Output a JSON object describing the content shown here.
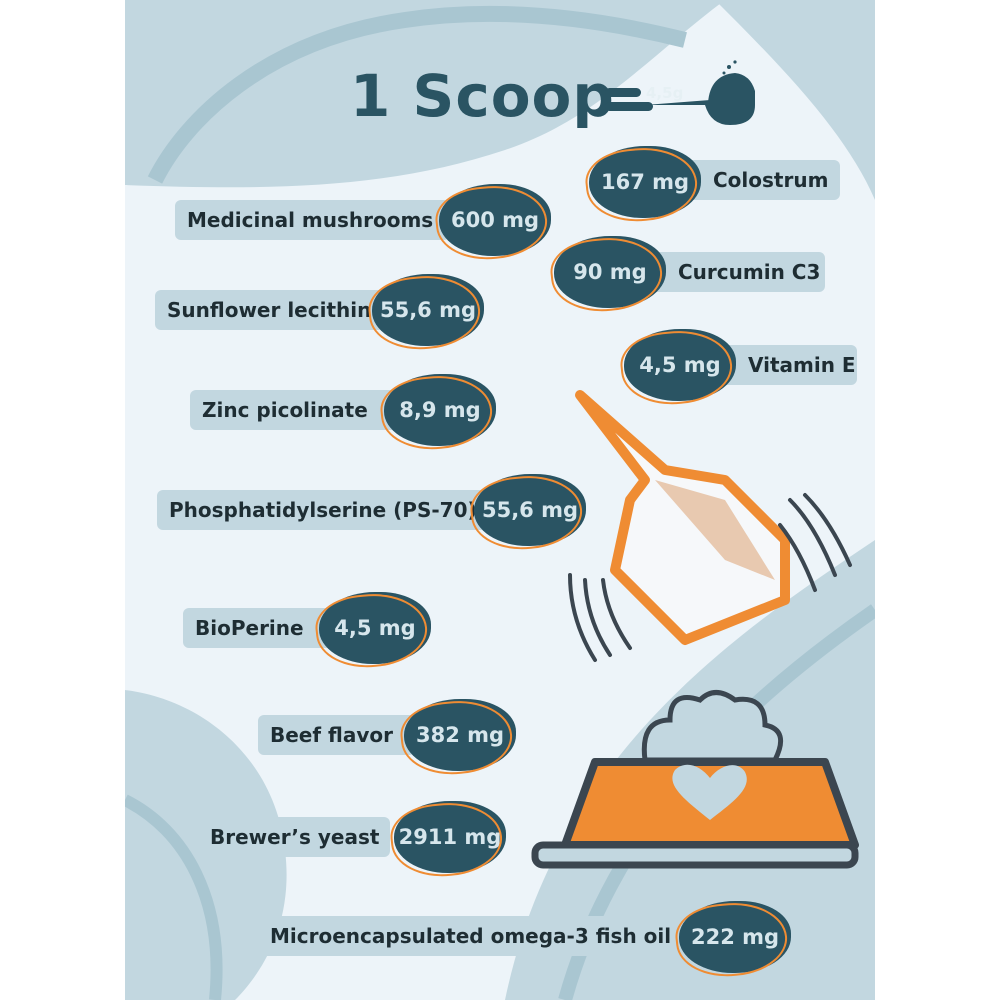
{
  "title": "1 Scoop",
  "scoop_weight": "4,5g",
  "ingredients": [
    {
      "name": "Colostrum",
      "amount": "167 mg"
    },
    {
      "name": "Medicinal mushrooms",
      "amount": "600 mg"
    },
    {
      "name": "Curcumin C3",
      "amount": "90 mg"
    },
    {
      "name": "Sunflower lecithin",
      "amount": "55,6 mg"
    },
    {
      "name": "Vitamin E",
      "amount": "4,5 mg"
    },
    {
      "name": "Zinc picolinate",
      "amount": "8,9 mg"
    },
    {
      "name": "Phosphatidylserine (PS-70)",
      "amount": "55,6 mg"
    },
    {
      "name": "BioPerine",
      "amount": "4,5 mg"
    },
    {
      "name": "Beef flavor",
      "amount": "382 mg"
    },
    {
      "name": "Brewer’s yeast",
      "amount": "2911 mg"
    },
    {
      "name": "Microencapsulated omega-3 fish oil",
      "amount": "222 mg"
    }
  ],
  "colors": {
    "background": "#edf4f9",
    "wave": "#c2d7e0",
    "wave_line": "#a9c6d1",
    "blob": "#2a5463",
    "accent": "#ef8c33",
    "ink": "#3b4650"
  }
}
